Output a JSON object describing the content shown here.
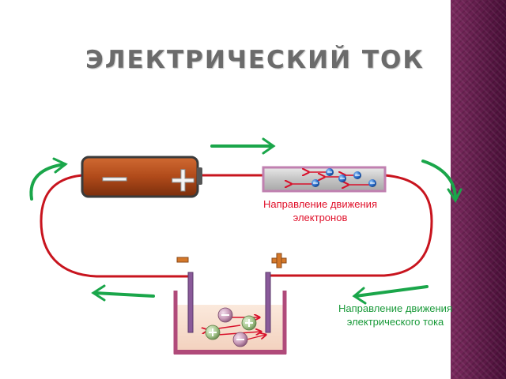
{
  "title": "ЭЛЕКТРИЧЕСКИЙ ТОК",
  "battery": {
    "minus_symbol": "—",
    "plus_symbol": "+"
  },
  "electrode_signs": {
    "minus": "−",
    "plus": "+"
  },
  "captions": {
    "electron_direction_line1": "Направление движения",
    "electron_direction_line2": "электронов",
    "current_direction_line1": "Направление движения",
    "current_direction_line2": "электрического тока"
  },
  "colors": {
    "wire": "#c8141e",
    "battery_body": "#b24d1c",
    "current_arrows": "#1aa64a",
    "electron_arrows": "#d8102a",
    "electron": "#2a6cc8",
    "side_strip": "#5a1845"
  }
}
